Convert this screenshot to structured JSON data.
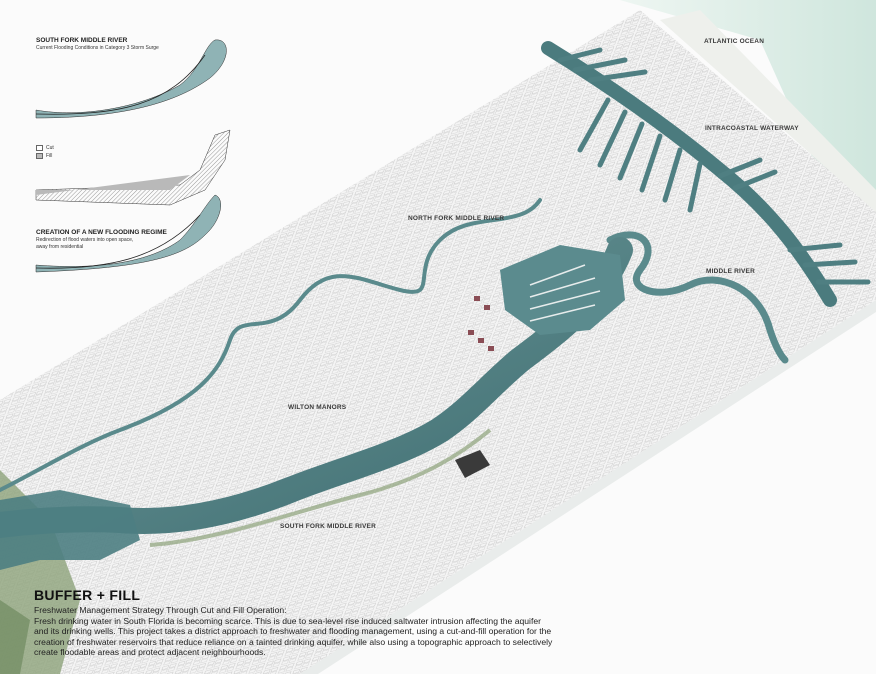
{
  "labels": {
    "atlantic_ocean": "ATLANTIC OCEAN",
    "intracoastal_waterway": "INTRACOASTAL WATERWAY",
    "north_fork": "NORTH FORK MIDDLE RIVER",
    "middle_river": "MIDDLE RIVER",
    "wilton_manors": "WILTON MANORS",
    "south_fork": "SOUTH FORK MIDDLE RIVER"
  },
  "diagrams": {
    "top": {
      "title": "SOUTH FORK MIDDLE RIVER",
      "subtitle": "Current Flooding Conditions in Category 3 Storm Surge"
    },
    "legend": {
      "cut": "Cut",
      "fill": "Fill"
    },
    "bottom": {
      "title": "CREATION OF A NEW FLOODING REGIME",
      "subtitle": "Redirection of flood waters into open space, away from residential"
    }
  },
  "headline": "BUFFER + FILL",
  "description": {
    "lead": "Freshwater Management  Strategy Through Cut and Fill Operation:",
    "body": "Fresh drinking water in South Florida is becoming scarce. This is due to sea-level rise induced saltwater intrusion affecting the aquifer and its drinking wells. This project takes a district approach to freshwater and flooding management, using a cut-and-fill operation for the creation of freshwater reservoirs that reduce reliance on a tainted drinking aquifer, while also using a topographic approach to selectively create floodable areas and protect adjacent neighbourhoods."
  },
  "colors": {
    "water": "#5f8f91",
    "water_dark": "#3f6f72",
    "ocean": "#d9ebe4",
    "land": "#f6f6f6",
    "blocks": "#e4e4e4",
    "vegetation": "#7e9a6a",
    "buildings": "#8a4d55",
    "fill": "#b9b9b9"
  }
}
